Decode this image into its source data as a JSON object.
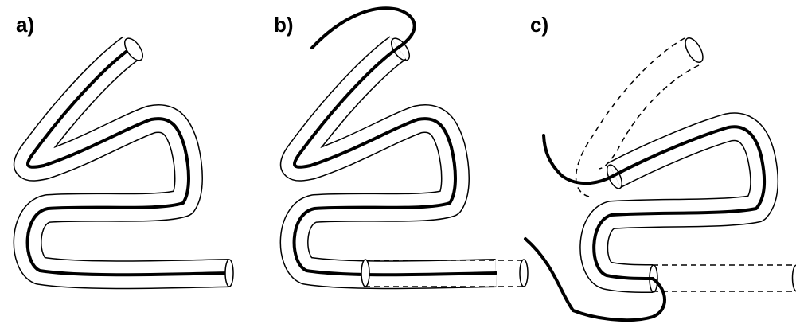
{
  "panels": [
    {
      "label": "a)"
    },
    {
      "label": "b)"
    },
    {
      "label": "c)"
    }
  ],
  "colors": {
    "background": "#ffffff",
    "ink": "#000000"
  }
}
